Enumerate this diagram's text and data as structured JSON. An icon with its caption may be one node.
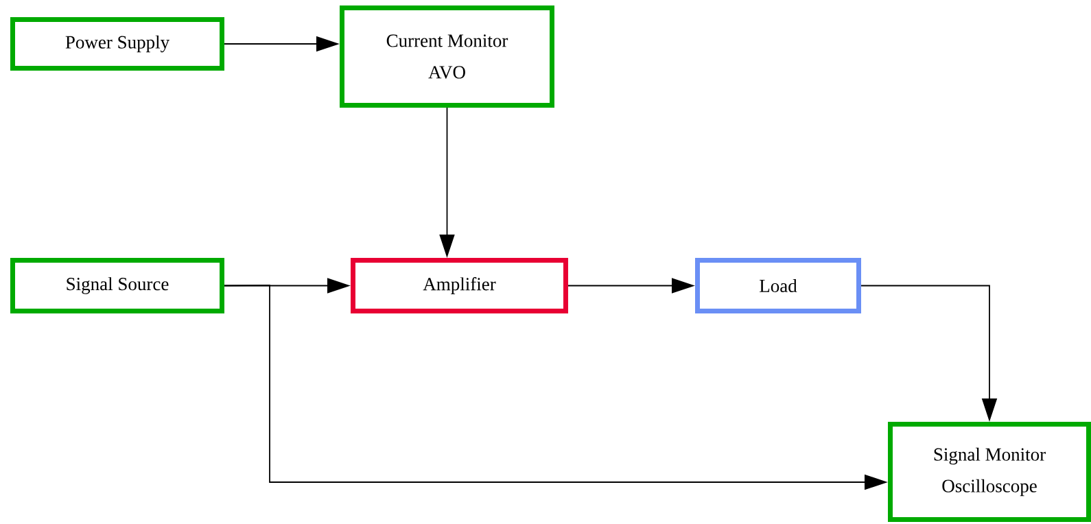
{
  "diagram": {
    "nodes": [
      {
        "text": [
          "Power Supply"
        ]
      },
      {
        "text": [
          "Current Monitor",
          "AVO"
        ]
      },
      {
        "text": [
          "Signal Source"
        ]
      },
      {
        "text": [
          "Amplifier"
        ]
      },
      {
        "text": [
          "Load"
        ]
      },
      {
        "text": [
          "Signal Monitor",
          "Oscilloscope"
        ]
      }
    ],
    "edges": [
      {
        "from": 0,
        "to": 1,
        "arrow": "to"
      },
      {
        "from": 1,
        "to": 3,
        "arrow": "to"
      },
      {
        "from": 2,
        "to": 3,
        "arrow": "to"
      },
      {
        "from": 3,
        "to": 4,
        "arrow": "to"
      },
      {
        "from": 4,
        "to": 5,
        "arrow": "to"
      },
      {
        "from": 2,
        "to": 5,
        "arrow": "to"
      }
    ]
  }
}
